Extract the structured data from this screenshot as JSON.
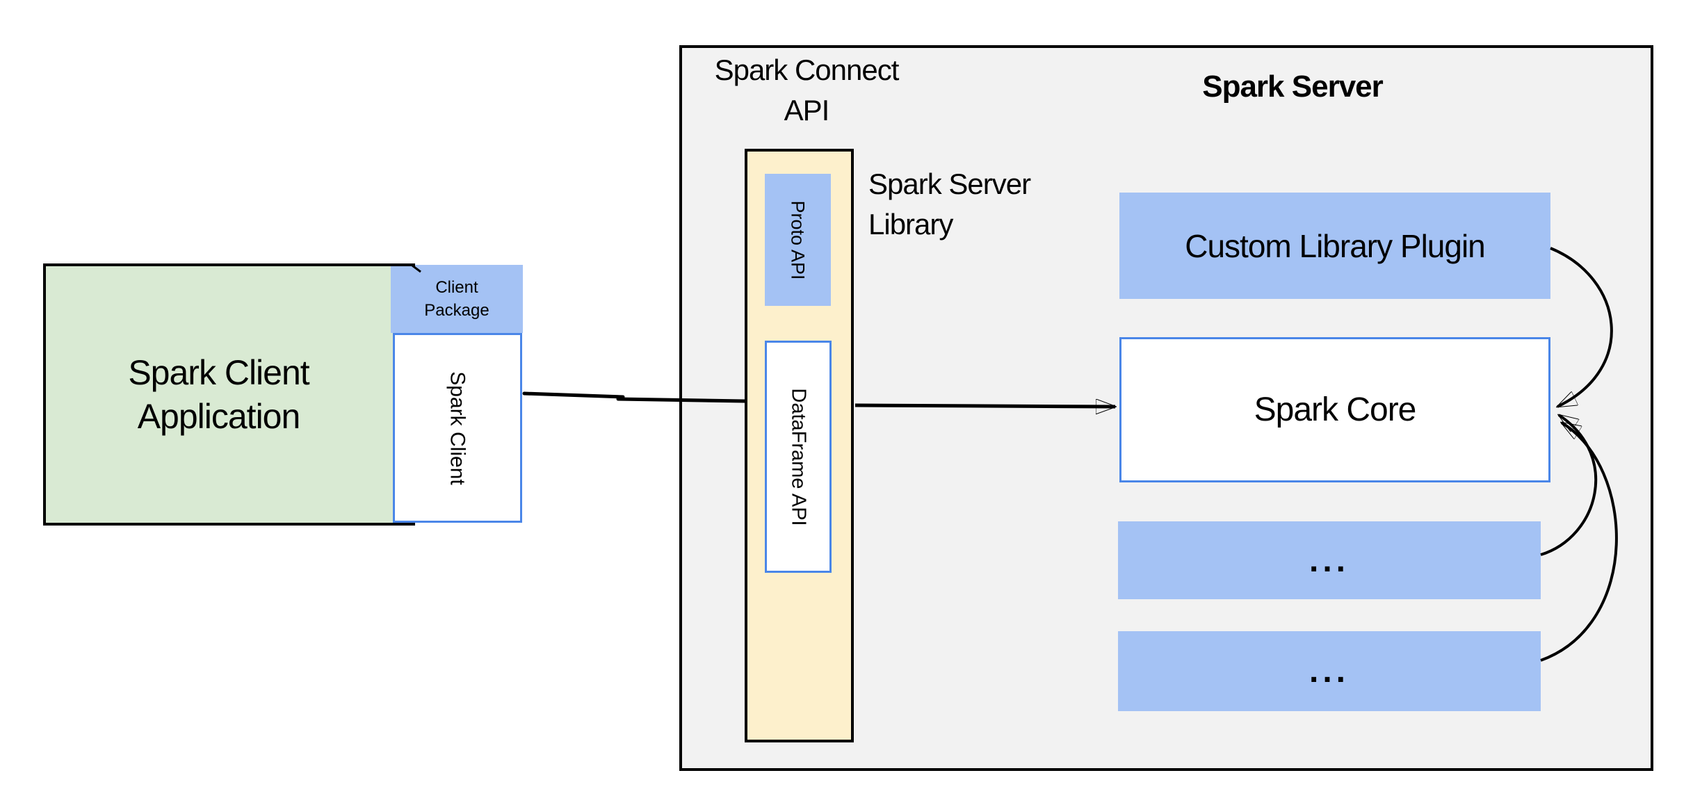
{
  "palette": {
    "canvas-bg": "#ffffff",
    "server-bg": "#f2f2f2",
    "green-fill": "#d9ead3",
    "yellow-fill": "#fdf0cc",
    "blue-fill": "#a4c2f4",
    "blue-border": "#4a86e8",
    "line-color": "#000000",
    "text-color": "#000000"
  },
  "nodes": {
    "spark_client_application": {
      "lines": [
        "Spark Client",
        "Application"
      ]
    },
    "client_package": {
      "lines": [
        "Client",
        "Package"
      ]
    },
    "spark_client": {
      "label": "Spark Client"
    },
    "spark_connect_api_title": {
      "lines": [
        "Spark Connect",
        "API"
      ]
    },
    "proto_api": {
      "label": "Proto API"
    },
    "dataframe_api": {
      "label": "DataFrame API"
    },
    "spark_server_library_title": {
      "lines": [
        "Spark Server",
        "Library"
      ]
    },
    "spark_server_title": {
      "label": "Spark Server"
    },
    "custom_library_plugin": {
      "label": "Custom Library Plugin"
    },
    "spark_core": {
      "label": "Spark Core"
    },
    "placeholder_plugin_top": {
      "label": "..."
    },
    "placeholder_plugin_bottom": {
      "label": "..."
    }
  }
}
